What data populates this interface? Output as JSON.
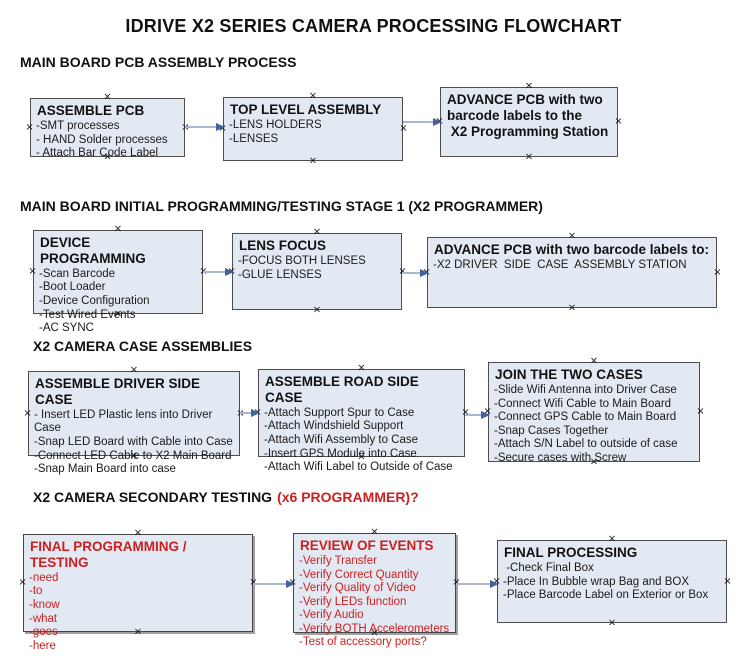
{
  "title": "IDRIVE X2  SERIES CAMERA PROCESSING FLOWCHART",
  "colors": {
    "box_fill": "#e3e9f3",
    "box_border": "#4d4d4d",
    "red_text": "#cc1f1f",
    "arrow_shaft": "#a8b7cf",
    "arrow_head": "#44609e"
  },
  "sections": [
    {
      "header": "MAIN BOARD PCB ASSEMBLY PROCESS"
    },
    {
      "header": "MAIN BOARD INITIAL PROGRAMMING/TESTING STAGE 1 (X2 PROGRAMMER)"
    },
    {
      "header": "X2 CAMERA CASE ASSEMBLIES"
    },
    {
      "header_black": "X2 CAMERA SECONDARY TESTING",
      "header_red": "(x6 PROGRAMMER)?"
    }
  ],
  "boxes": [
    {
      "title": "ASSEMBLE PCB",
      "lines": [
        "-SMT processes",
        "- HAND Solder processes",
        "- Attach Bar Code Label"
      ]
    },
    {
      "title": "TOP LEVEL ASSEMBLY",
      "lines": [
        "-LENS HOLDERS",
        "-LENSES"
      ]
    },
    {
      "title": "ADVANCE PCB with two barcode labels to the\n X2 Programming Station",
      "lines": []
    },
    {
      "title": "DEVICE PROGRAMMING",
      "lines": [
        "-Scan Barcode",
        "-Boot Loader",
        "-Device Configuration",
        "-Test Wired Events",
        "-AC SYNC"
      ]
    },
    {
      "title": "LENS FOCUS",
      "lines": [
        "-FOCUS BOTH LENSES",
        "-GLUE LENSES"
      ]
    },
    {
      "title": "ADVANCE PCB with two barcode labels to:",
      "lines": [
        "-X2 DRIVER  SIDE  CASE  ASSEMBLY STATION"
      ]
    },
    {
      "title": "ASSEMBLE DRIVER SIDE CASE",
      "lines": [
        "- Insert LED Plastic lens into Driver Case",
        "-Snap LED Board with Cable into Case",
        "-Connect LED Cable to X2 Main Board",
        "-Snap Main Board into case"
      ]
    },
    {
      "title": "ASSEMBLE ROAD SIDE CASE",
      "lines": [
        "-Attach Support Spur to Case",
        "-Attach Windshield Support",
        "-Attach Wifi Assembly to Case",
        "-Insert GPS Module into Case",
        "-Attach Wifi Label to Outside of Case"
      ]
    },
    {
      "title": "JOIN THE TWO CASES",
      "lines": [
        "-Slide Wifi Antenna into Driver Case",
        "-Connect Wifi Cable to Main Board",
        "-Connect GPS Cable to Main Board",
        "-Snap Cases Together",
        "-Attach S/N Label to outside of case",
        "-Secure cases with Screw"
      ]
    },
    {
      "title": "FINAL PROGRAMMING / TESTING",
      "lines": [
        "-need",
        "-to",
        "-know",
        "-what",
        "-goes",
        "-here"
      ]
    },
    {
      "title": "REVIEW OF EVENTS",
      "lines": [
        "-Verify Transfer",
        "-Verify Correct Quantity",
        "-Verify Quality of Video",
        "-Verify LEDs function",
        "-Verify Audio",
        "-Verify BOTH Accelerometers",
        "-Test of accessory ports?"
      ]
    },
    {
      "title": "FINAL PROCESSING",
      "lines": [
        " -Check Final Box",
        "-Place In Bubble wrap Bag and BOX",
        "-Place Barcode Label on Exterior or Box"
      ]
    }
  ]
}
